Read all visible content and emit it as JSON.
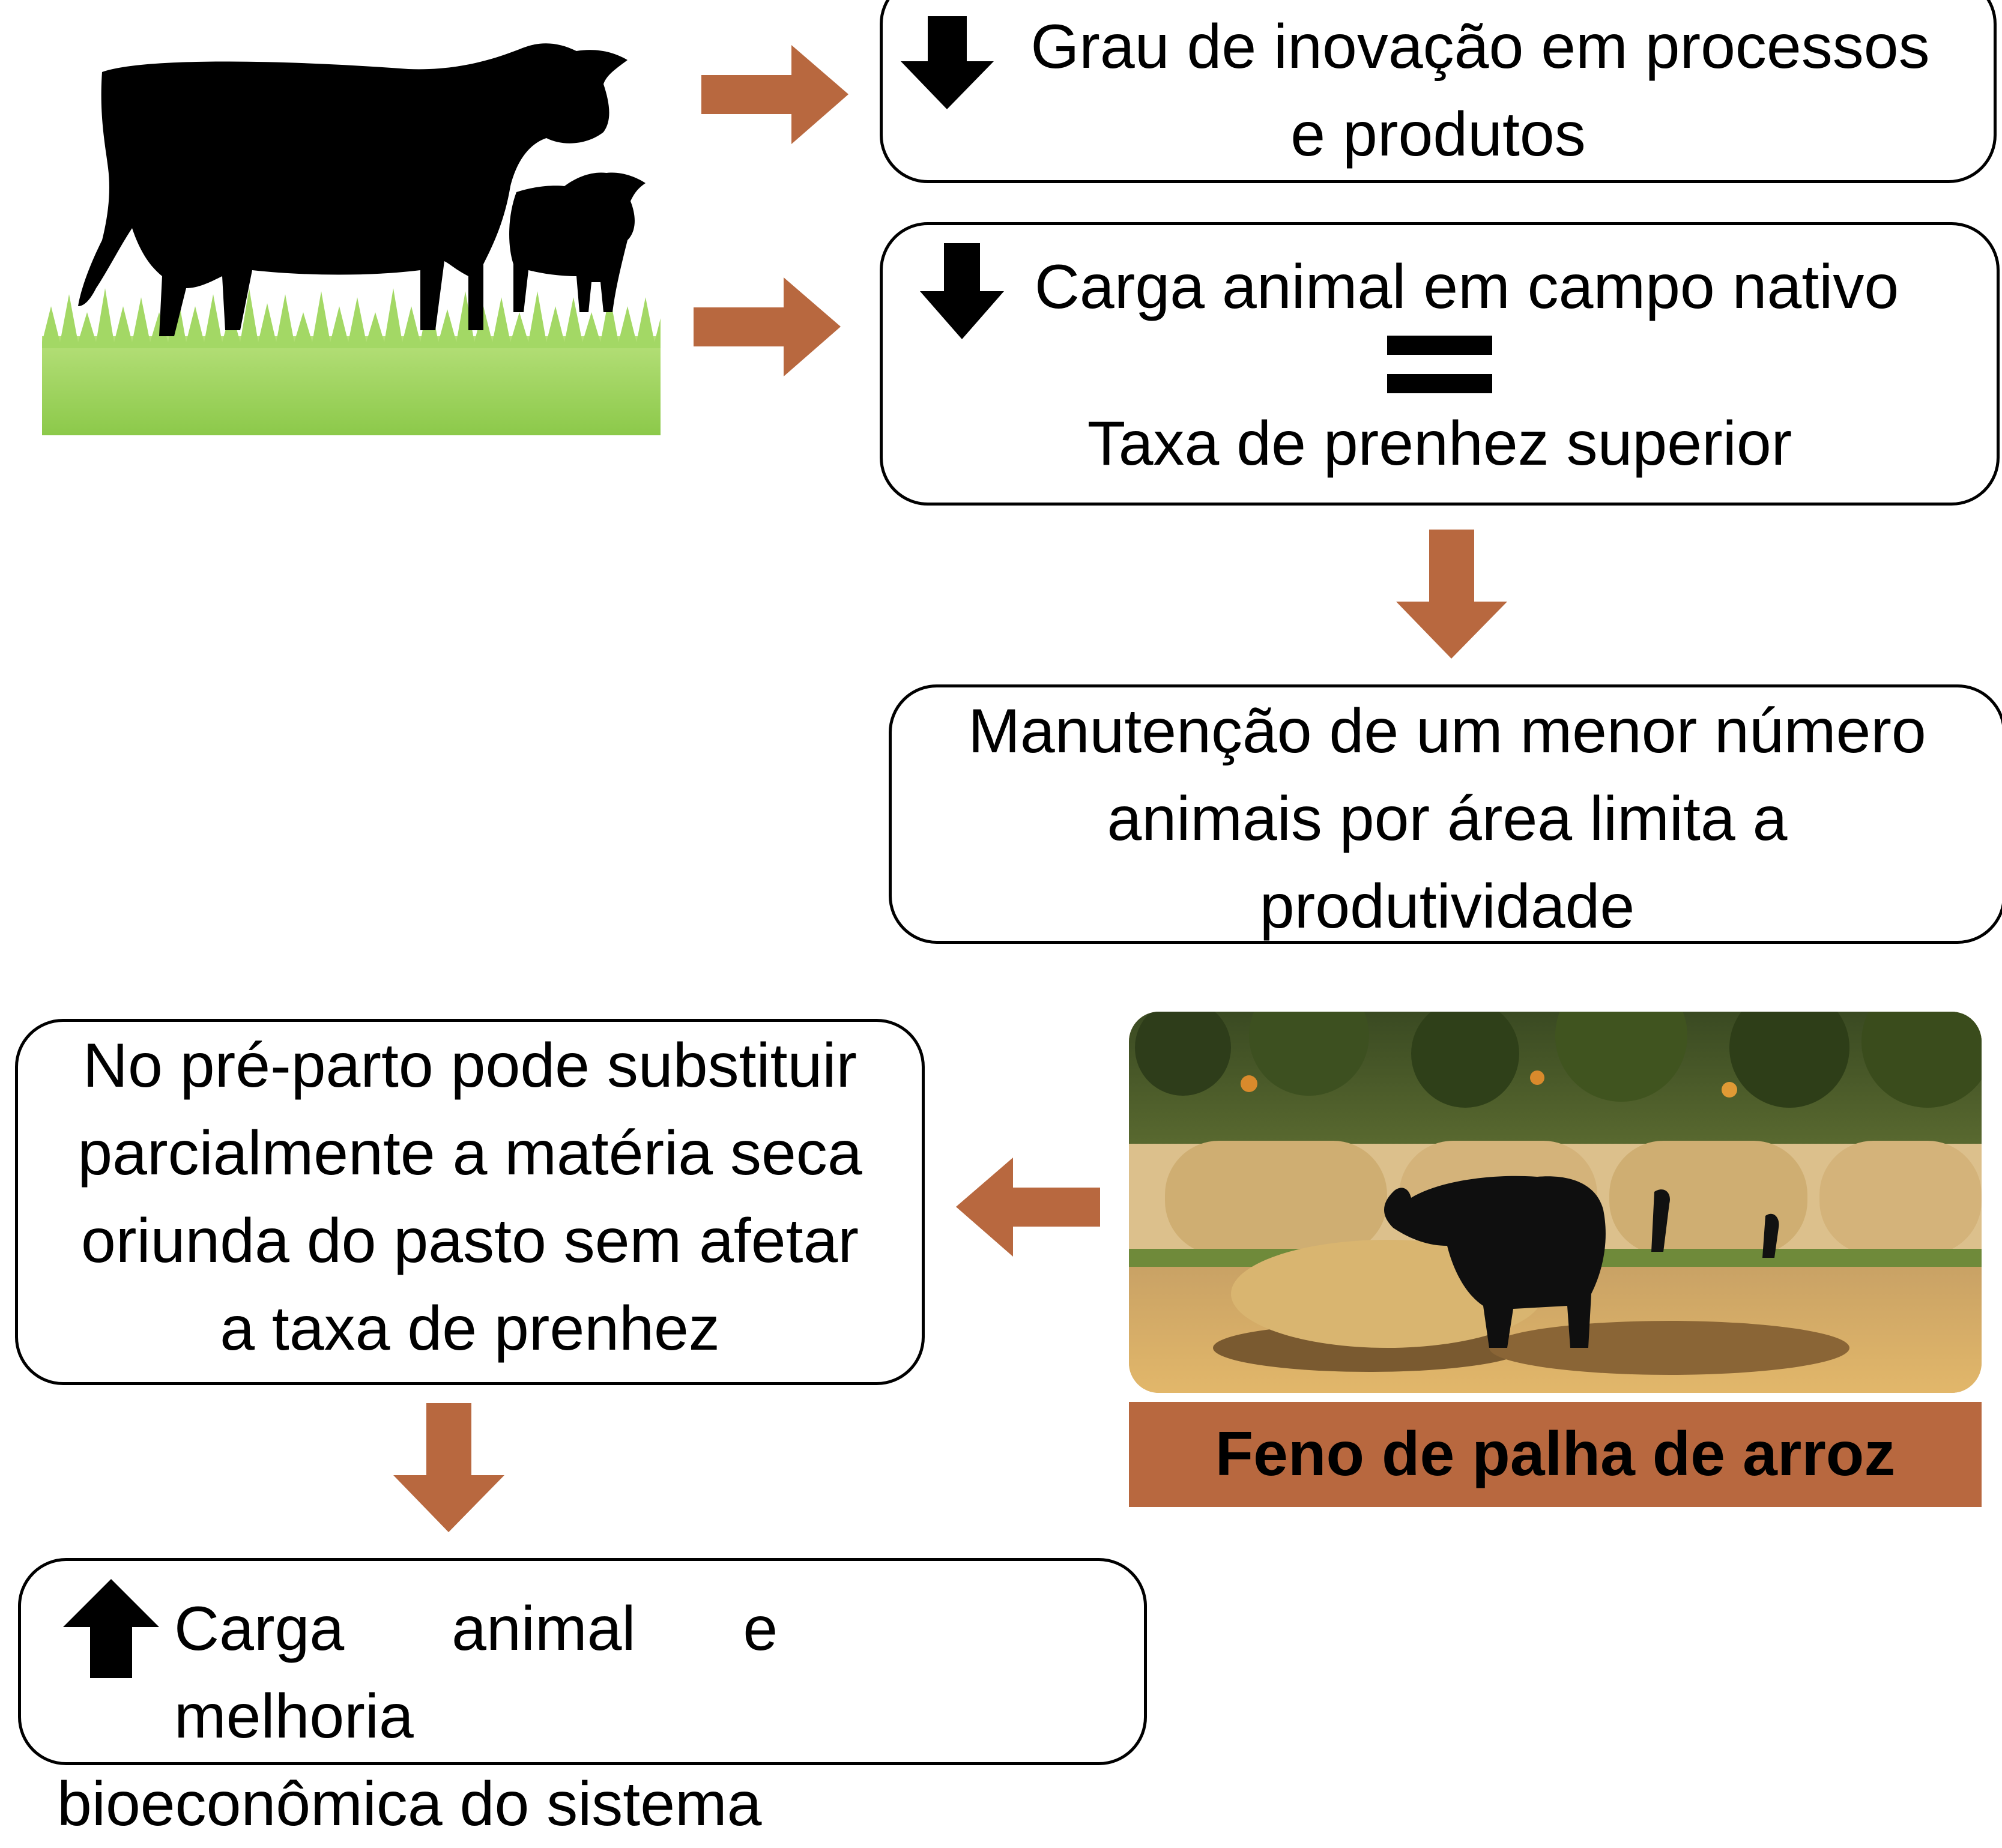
{
  "colors": {
    "arrow": "#b8683f",
    "caption_bg": "#b8683f",
    "grass": "#8ccd4a",
    "box_border": "#000000"
  },
  "box1": {
    "icon": "down-arrow-icon",
    "line1": "Grau de inovação em processos",
    "line2": "e produtos"
  },
  "box2": {
    "icon": "down-arrow-icon",
    "line1": "Carga animal em campo nativo",
    "symbol_icon": "equals-icon",
    "line2": "Taxa de prenhez superior"
  },
  "box3": {
    "line1": "Manutenção de um menor número",
    "line2": "animais por área limita a",
    "line3": "produtividade"
  },
  "box4": {
    "line1": "No pré-parto pode substituir",
    "line2": "parcialmente a matéria seca",
    "line3": "oriunda do pasto sem afetar",
    "line4": "a taxa de prenhez"
  },
  "box5": {
    "icon": "up-arrow-icon",
    "line1": "Carga animal e melhoria",
    "line2": "bioeconômica do sistema"
  },
  "photo": {
    "caption": "Feno de palha de arroz"
  }
}
